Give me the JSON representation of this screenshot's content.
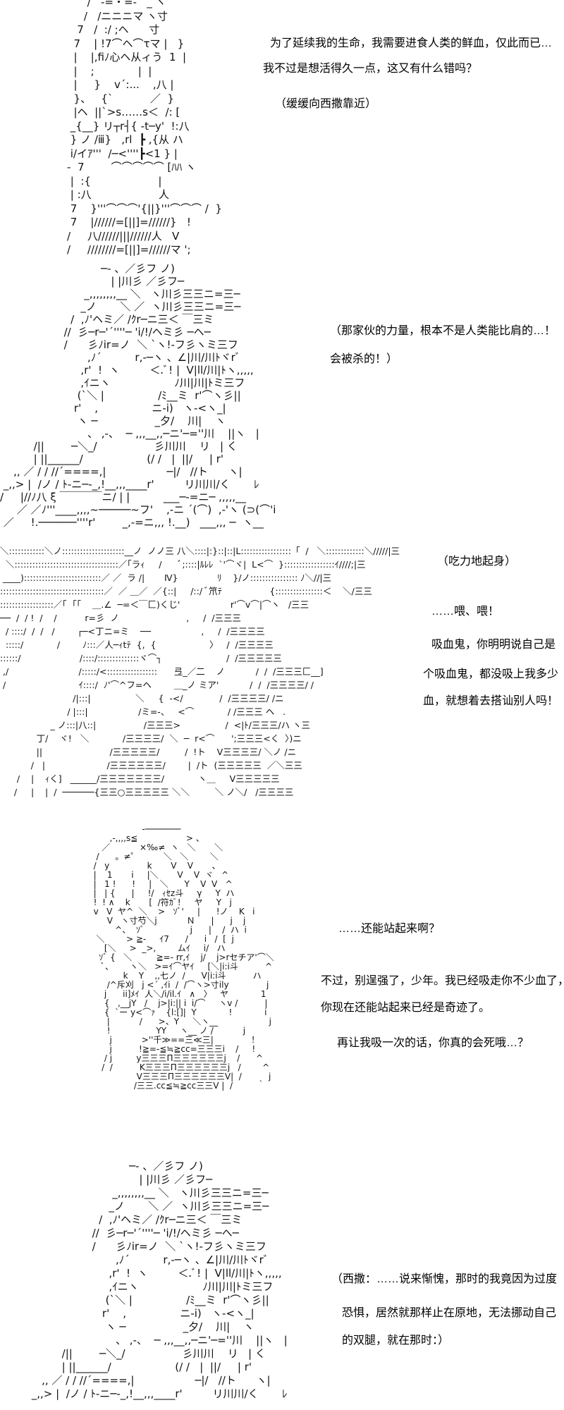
{
  "panels": [
    {
      "art": [
        "      /   ‐=・=‐   _ ヽ",
        "     /   /ニニニマ ヽ寸",
        "   7   /  :/ ;ヘ      寸",
        "  7    | !7⌒ヘ⌒τマ |   }",
        "  |    |,fiﾉ心ヘ从ィう  1  |",
        "  |    ;             |  |",
        "  |     }    v´:...    ,八 |",
        "  }、   {`           ／  }",
        "  |ヘ  ||`>s……s＜  /: [",
        " _{__} リ┬r┤{ -t─y'  !:八",
        " } ノ /ⅲ}   ,rl  ┣ ,{从 ハ",
        " i/イｱ'''  /─<''''┣<1 } |",
        "-  7        ⌒⌒⌒⌒⌒ [ﾊﾊ ヽ",
        " |  :{                    |",
        " | :八                    人",
        " 7    }'''⌒⌒⌒'{||}'''⌒⌒⌒ /  }",
        " 7    |//////=[||]=//////}   !",
        "/     八//////|||//////人   V",
        "/     ////////=[||]=//////マ ';"
      ],
      "lines": [
        "为了延续我的生命，我需要进食人类的鲜血，仅此而已…",
        "我不过是想活得久一点，这又有什么错吗？",
        "（缓缓向西撒靠近）"
      ]
    },
    {
      "art": [
        "                              ─- 、／彡フ ノ)",
        "                                 | |川彡 ／彡フ─",
        "                         _,,,,,,,,__ ＼   ヽ川彡三三ニ=三─",
        "                        _ノ       ＼ ／  ヽ川彡三三ニ=三─",
        "                     /  ,ﾉ'ヘミ／ /ｸr─ニ三＜ ￣三ミ",
        "                   //  彡─r─'´''''─ 'i/!/ヘミ彡 ─ヘ─",
        "                   /      彡ﾉir=ノ  ＼ `ヽ!-フ彡ヽミ三フ",
        "                          ,ﾉ´          r,-─ヽ 、∠|川/川ﾄヾrﾞ",
        "                        ,r'  !  ヽ         ＜.ﾞ! |  V|ll/川|ﾄヽ,,,,,",
        "                        ,ｲニヽ                   ﾉ川|川|ﾄミ三フ",
        "                       (`＼ |                /ﾐ__ミ  r'⌒ヽ彡||",
        "                      r'    ,                ニ-i)   ヽ-<ヽ_|",
        "                       ヽ ─                 _夕/    川|    ヽ",
        "                          、 ,-、  ─ ,,,__,,─ニ'─=''川    ||ヽ   |",
        "          /||        ─＼_/                 彡川川    リ   | く",
        "          | ||______/                   (/ /   |  ||/     | r'",
        "    ,, ／ / / //´====,|                  ─|/   //ト      ヽ|",
        " _,,> |  /ノ / ﾄ-ニ─-_,!__,,,____r'         リ川川/く       ﾚ",
        "/     |//ﾉ八 ξ ￣￣￣￣ニ/ | |          ___─‐=ニ─ ,,,,,__",
        "     ／ ／ﾉ'''____,,,,~─────~フ'    ,-ニ ´(⌒)  ,-'ヽ (⊃(⌒'i",
        " ／     !.──────''''r'        _,-=ニ,,, !.__)   ___,,, ─  ヽ__"
      ],
      "lines": [
        "（那家伙的力量，根本不是人类能比肩的…！",
        "会被杀的！）"
      ]
    },
    {
      "art": [
        "＼::::::::::::＼ノ:::::::::::::::::::::__ノ  ノノ三 八＼::::|:}::|::|L:::::::::::::::::「  /   ＼:::::::::::::＼/////|三",
        "  ＼:::::::::::::::::::::::::::::::::::／｢ラｨ     /      ﾞ;::::|ﾙﾚﾚ  `'⌒ヾ|  L<⌒  }:::::::::::::::::ｲ////;|三",
        " ____)::::::::::::::::::::::::::／ ／  ラ /|       Ⅳ}              ﾘ    }/ノ:::::::::::::::: ﾉ＼//|三",
        ":::::::::::::::::::::::::::::::::::／  ／ ＿／  ／{::|     /::/ ﾞ笊ﾃ                 {::::::::::::::::＜    ＼/三三",
        "::::::::::::::::::／｢  ｢｢    ＿.∠  ─=＜￣匚)くじ'                  r'⌒v⌒|⌒ヽ   /三三",
        "──  /  / !  /    /          r=彡  ノ                        ,     /  /三三三",
        "  / ::::/  /  /   /        ┌─<丁ニ=ミ    ──                  ,     /  /三三三三",
        "  :::::/            /        ﾉ:::／人─ｨtﾃ  {,  {                   〉   /  /三三三三",
        "::::::/                     /::::/::::::::::::::ヾ⌒┐                       /  /三三三三三",
        " ,/                         /:::::/<:::::::::::::::::      弖_／二    ノ           /  /  /三三三匚__]",
        " /                          ｲ::::/  ﾉ'⌒^フ=ヘ        ＿_ノ ミア'           /  /  /三三三三/ /",
        "                          /|:::|                ＼     {  -</             /  /三三三三/ /ニ",
        "                        / |:::|                  /ミ=-、   <⌒            / /三三三 ヘ   .",
        "                  _ ノ:::|八::|                 /三三三>                /  <|ﾄ/三三三/ハ ヽ三",
        "             丁/    ヾ!   ＼            /三三三三/  ＼  ─  r<⌒      ';三三三<く  〉)ニ",
        "             ||                        /三三三三三/         /  !ト    V三三三三/ ＼ノ /ニ",
        "           /   |                      /三三三三三三/        |  /ト  (三三三三三  ／＼三三",
        "      /    |    ｨく]   ______/三三三三三三三/            ヽ＿     V三三三三三",
        "     /     |    |  /  ──────{三三○三三三三三 ＼＼         ＼ ノ＼/   /三三三三"
      ],
      "lines": [
        "（吃力地起身）",
        "……喂、喂！",
        "吸血鬼，你明明说自己是",
        "个吸血鬼，都没吸上我多少",
        "血，就想着去搭讪别人吗！"
      ]
    },
    {
      "art": [
        "                    ‐───────",
        "        ,-,,,,s≦                  > 、",
        "     ／           ×‰≠  ヽ   ＼       ＼",
        "   /      。≠゜         ＼   ＼        ＼",
        "  /   y              k       V    V       、",
        "  |    1       i     |＼       V    V  ヾ   ^",
        "  |   1 !      !     |   ＼      Y    V  V   ^",
        "  |   | {      |     !/   ｨｾz斗     γ     Y  ハ",
        "  !  ! ∧    k       [  /符ｶﾞ!     ヤ     Y   j",
        "  v   V  ヤ^  ＼    >   ｿﾞ'     |      !ノ    K   i",
        "       V   ヽ寸芍＼j           Ｎ      |      j    j",
        "          ^、  ｿﾞ                 j      |    /  ハ  i",
        "   ＼        > ≧-     ｲ7      /      i   /  [  j",
        "      [＼     >  _>,        ムｲ     i/   ハ",
        "    ｿﾞ {   ＼         ≧=- rr,ｲ    j/    j>rセチア'⌒＼",
        "     ﾞ、      ヽ＼   >=ｲ⌒ヤｲ     [＼|i:i斗          ^",
        "             k    Y    ,,七ノ  /      V|i:i斗          ハ",
        "       /^斥刈   j <´ ,ｲi  /  /⌒ヽ>寸ily              j",
        "      j      ii]ﾒｲ  人＼/i/il.ｲ   ∧   〉   ヤ            1",
        "      {   ,__jY   /    j>|i:|| i  i/⌒     ヽv /          |",
        "      {  `ー y<⌒ｧ    {l:[]|  Y            !            i",
        "       |           /      >、Y     ＼ヽ__                   j",
        "       !                 YY     ヽ__ ノ /           j",
        "        j           >''千≫==三≪三|              ！",
        "        j          !≧=-≦≒≧cc=三三三i    /     !",
        "      / j         y三三三Π三三三三三三j    /      ^",
        "     /  /          K三三三Π三三三三三三j   /        ^",
        "                  V三三三Π三三三三三三V|  /          j",
        "                 /三三.cc≦≒≧cc三三V |  /         ｀"
      ],
      "lines": [
        "……还能站起来啊？",
        "不过，别逞强了，少年。我已经吸走你不少血了，",
        "你现在还能站起来已经是奇迹了。",
        "再让我吸一次的话，你真的会死哦…？"
      ]
    },
    {
      "art": [
        "                              ─- 、／彡フ ノ)",
        "                                 | |川彡 ／彡フ─",
        "                         _,,,,,,,,__ ＼   ヽ川彡三三ニ=三─",
        "                        _ノ       ＼ ／  ヽ川彡三三ニ=三─",
        "                     /  ,ﾉ'ヘミ／ /ｸr─ニ三＜ ￣三ミ",
        "                   //  彡─r─'´''''─ 'i/!/ヘミ彡 ─ヘ─",
        "                   /      彡ﾉir=ノ  ＼ `ヽ!-フ彡ヽミ三フ",
        "                          ,ﾉ´          r,-─ヽ 、∠|川/川ﾄヾrﾞ",
        "                        ,r'  !  ヽ         ＜.ﾞ! |  V|ll/川|ﾄヽ,,,,,",
        "                        ,ｲニヽ                   ﾉ川|川|ﾄミ三フ",
        "                       (`＼ |                /ﾐ__ミ  r'⌒ヽ彡||",
        "                      r'    ,                ニ-i)   ヽ-<ヽ_|",
        "                       ヽ ─                 _夕/    川|    ヽ",
        "                          、 ,-、  ─ ,,,__,,─ニ'─=''川    ||ヽ   |",
        "          /||        ─＼_/                 彡川川    リ   | く",
        "          | ||______/                   (/ /   |  ||/     | r'",
        "    ,, ／ / / //´====,|                  ─|/   //ト      ヽ|",
        " _,,> |  /ノ / ﾄ-ニ─-_,!__,,,____r'         リ川川/く       ﾚ"
      ],
      "lines": [
        "（西撒：……说来惭愧，那时的我竟因为过度",
        "恐惧，居然就那样止在原地，无法挪动自己",
        "的双腿，就在那时：）"
      ]
    }
  ]
}
